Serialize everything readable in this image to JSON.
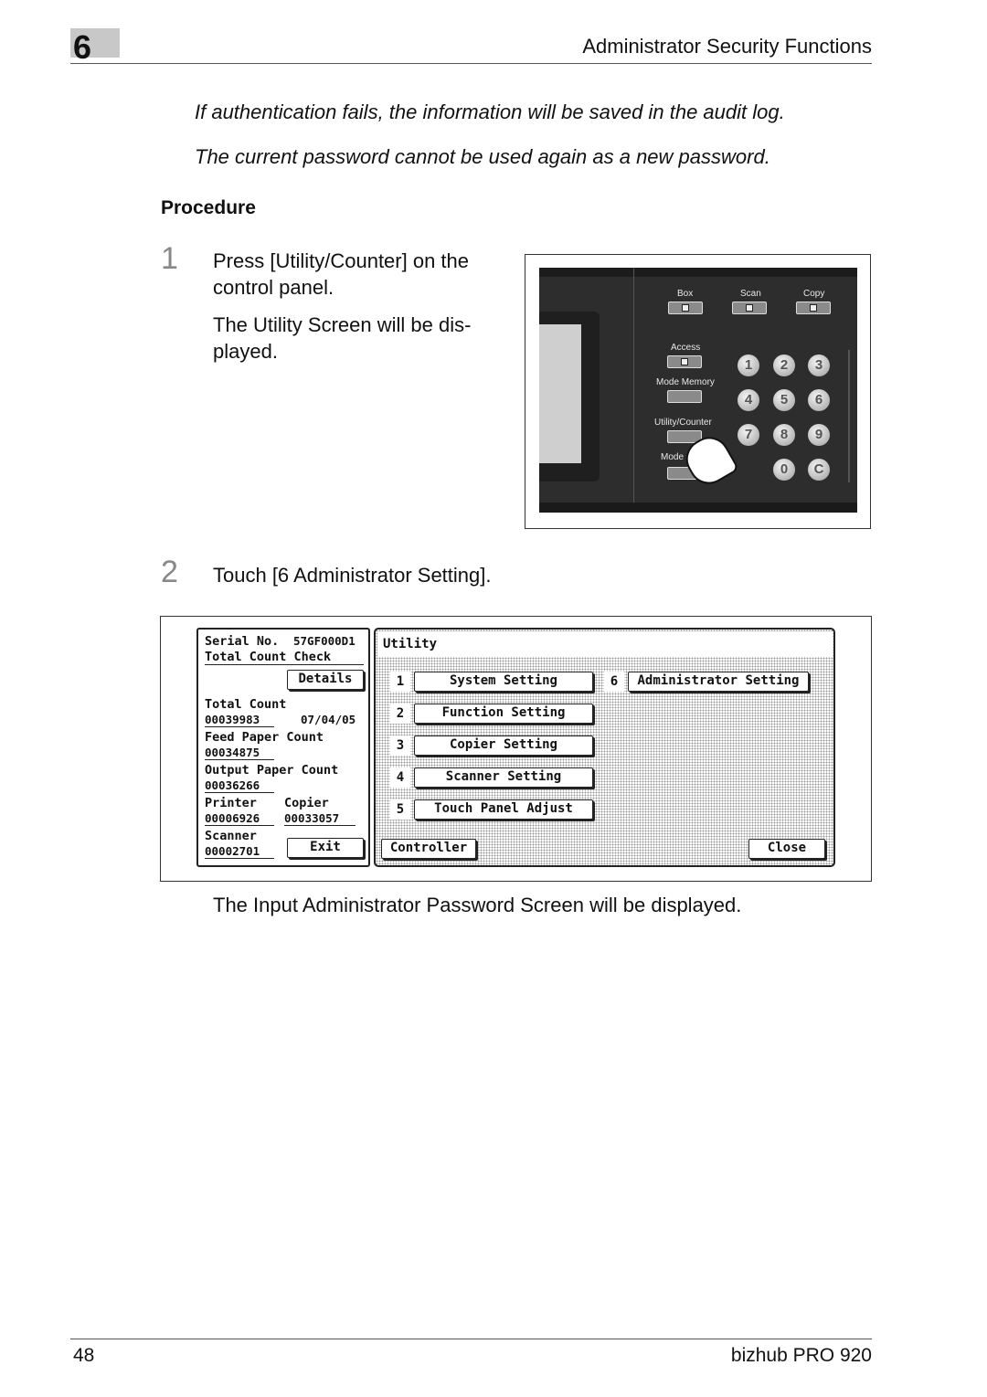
{
  "header": {
    "chapter_number": "6",
    "section_title": "Administrator Security Functions"
  },
  "notes": [
    "If authentication fails, the information will be saved in the audit log.",
    "The current password cannot be used again as a new password."
  ],
  "procedure_heading": "Procedure",
  "steps": [
    {
      "number": "1",
      "line1": "Press [Utility/Counter] on the",
      "line2": "control panel.",
      "line3": "The Utility Screen will be dis-",
      "line4": "played."
    },
    {
      "number": "2",
      "line1": "Touch [6 Administrator Setting].",
      "result": "The Input Administrator Password Screen will be displayed."
    }
  ],
  "control_panel": {
    "labels": [
      "Box",
      "Scan",
      "Copy",
      "Access",
      "Mode Memory",
      "Utility/Counter",
      "Mode Check"
    ],
    "keys": [
      "1",
      "2",
      "3",
      "4",
      "5",
      "6",
      "7",
      "8",
      "9",
      "0",
      "C"
    ]
  },
  "utility_screen": {
    "title": "Utility",
    "serial_label": "Serial No.",
    "serial_value": "57GF000D1",
    "total_count_check": "Total Count Check",
    "details_button": "Details",
    "total_count_label": "Total Count",
    "total_count_value": "00039983",
    "date": "07/04/05",
    "feed_paper_label": "Feed Paper Count",
    "feed_paper_value": "00034875",
    "output_paper_label": "Output Paper Count",
    "output_paper_value": "00036266",
    "printer_label": "Printer",
    "printer_value": "00006926",
    "copier_label": "Copier",
    "copier_value": "00033057",
    "scanner_label": "Scanner",
    "scanner_value": "00002701",
    "exit_button": "Exit",
    "menu": [
      {
        "num": "1",
        "label": "System Setting"
      },
      {
        "num": "2",
        "label": "Function Setting"
      },
      {
        "num": "3",
        "label": "Copier Setting"
      },
      {
        "num": "4",
        "label": "Scanner Setting"
      },
      {
        "num": "5",
        "label": "Touch Panel Adjust"
      },
      {
        "num": "6",
        "label": "Administrator Setting"
      }
    ],
    "controller_button": "Controller",
    "close_button": "Close"
  },
  "footer": {
    "page_number": "48",
    "product": "bizhub PRO 920"
  }
}
